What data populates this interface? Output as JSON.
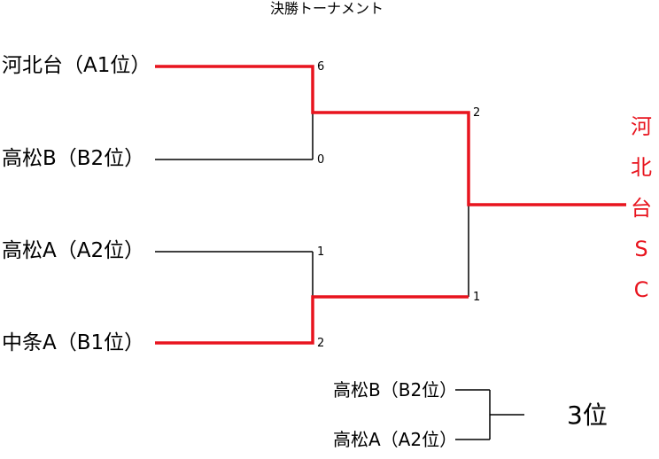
{
  "title": "決勝トーナメント",
  "teams": [
    {
      "name": "河北台（A1位）",
      "score": "6"
    },
    {
      "name": "高松B（B2位）",
      "score": "0"
    },
    {
      "name": "高松A（A2位）",
      "score": "1"
    },
    {
      "name": "中条A（B1位）",
      "score": "2"
    }
  ],
  "semifinal_scores": {
    "top": "2",
    "bottom": "1"
  },
  "champion_chars": [
    "河",
    "北",
    "台",
    "S",
    "C"
  ],
  "third_place": {
    "teams": [
      "高松B（B2位）",
      "高松A（A2位）"
    ],
    "label": "3位"
  },
  "colors": {
    "winner_line": "#e8141e",
    "loser_line": "#000000",
    "champion_text": "#e8141e"
  }
}
